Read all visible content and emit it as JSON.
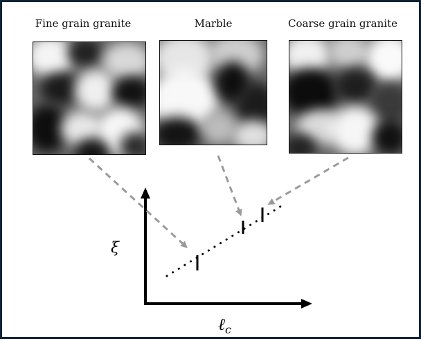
{
  "captions": {
    "fine": "Fine grain granite",
    "marble": "Marble",
    "coarse": "Coarse grain granite"
  },
  "axes": {
    "y_symbol": "ξ",
    "x_symbol": "ℓ",
    "x_subscript": "c"
  },
  "colors": {
    "border": "#0f2238",
    "arrow": "#9a9a9a",
    "ink": "#000000"
  }
}
